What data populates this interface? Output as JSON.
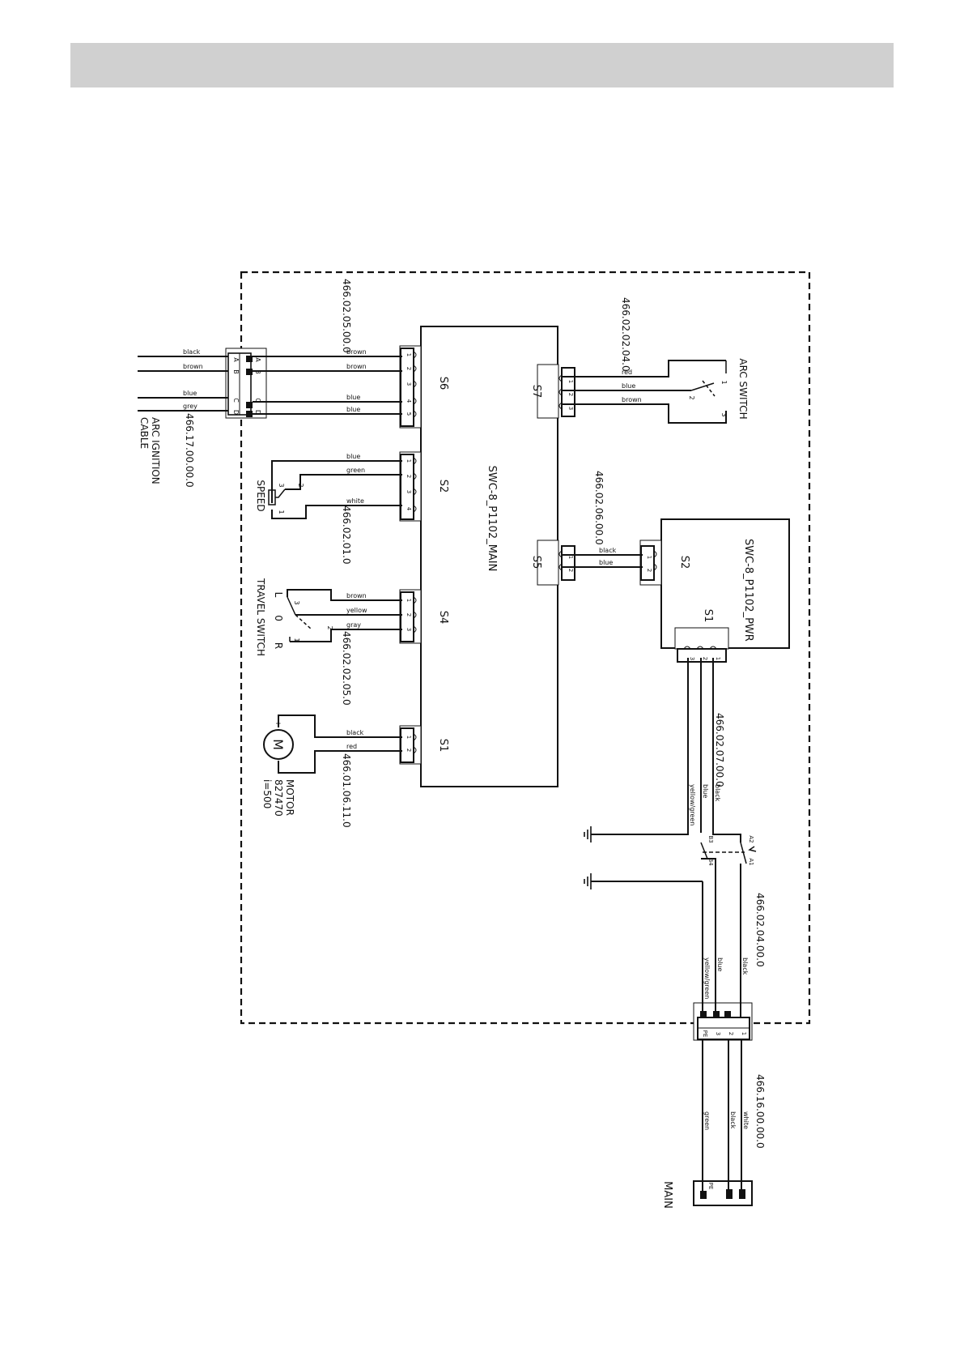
{
  "page": {
    "header_color": "#d0d0d0",
    "line_color": "#111111"
  },
  "main_board": {
    "name": "SWC-8_P1102_MAIN"
  },
  "pwr_board": {
    "name": "SWC-8_P1102_PWR"
  },
  "connectors": {
    "s6": {
      "label": "S6",
      "pins": [
        "1",
        "2",
        "3",
        "4",
        "5"
      ]
    },
    "s2": {
      "label": "S2",
      "pins": [
        "1",
        "2",
        "3",
        "4"
      ]
    },
    "s4": {
      "label": "S4",
      "pins": [
        "1",
        "2",
        "3"
      ]
    },
    "s1": {
      "label": "S1",
      "pins": [
        "1",
        "2"
      ]
    },
    "s7": {
      "label": "S7",
      "pins": [
        "1",
        "2",
        "3"
      ]
    },
    "s5": {
      "label": "S5",
      "pins": [
        "1",
        "2"
      ]
    },
    "pwr_s2": {
      "label": "S2",
      "pins": [
        "1",
        "2"
      ]
    },
    "pwr_s1": {
      "label": "S1",
      "pins": [
        "3",
        "2",
        "1"
      ]
    },
    "arc_plug": {
      "pins": [
        "A",
        "B",
        "C",
        "D"
      ],
      "side_pins": [
        "A",
        "B",
        "C",
        "D"
      ]
    },
    "entry": {
      "pins": [
        "1",
        "2",
        "3",
        "PE"
      ]
    },
    "main": {
      "label": "MAIN",
      "pins": [
        "PE"
      ]
    }
  },
  "cables": {
    "c_466_02_05": "466.02.05.00.0",
    "c_466_17": "466.17.00.00.0",
    "c_466_02_01": "466.02.01.0",
    "c_466_02_02_05": "466.02.02.05.0",
    "c_466_01_06": "466.01.06.11.0",
    "c_466_02_02_04": "466.02.02.04.0",
    "c_466_02_06": "466.02.06.00.0",
    "c_466_02_07": "466.02.07.00.0",
    "c_466_02_04": "466.02.04.00.0",
    "c_466_16": "466.16.00.00.0"
  },
  "wires": {
    "arc_black": "black",
    "arc_brown": "brown",
    "arc_blue": "blue",
    "arc_grey": "grey",
    "s6_1": "brown",
    "s6_2": "brown",
    "s6_4": "blue",
    "s6_5": "blue",
    "s2_1": "blue",
    "s2_2": "green",
    "s2_4": "white",
    "s4_1": "brown",
    "s4_2": "yellow",
    "s4_3": "gray",
    "s1_1": "black",
    "s1_2": "red",
    "s7_1": "red",
    "s7_2": "blue",
    "s7_3": "brown",
    "s5_1": "black",
    "s5_2": "blue",
    "pwr_black": "black",
    "pwr_blue": "blue",
    "pwr_yg": "yellow/green",
    "in_black": "black",
    "in_blue": "blue",
    "in_yg": "yellow/green",
    "main_white": "white",
    "main_black": "black",
    "main_green": "green"
  },
  "components": {
    "arc_cable_line1": "ARC IGNITION",
    "arc_cable_line2": "CABLE",
    "speed": "SPEED",
    "speed_pins": [
      "1",
      "2",
      "3"
    ],
    "travel_switch": "TRAVEL SWITCH",
    "travel_positions": [
      "L",
      "0",
      "R"
    ],
    "travel_pins": [
      "1",
      "2",
      "3"
    ],
    "motor_lines": [
      "MOTOR",
      "827470",
      "i=500"
    ],
    "motor_symbol": "M",
    "motor_terminals": [
      "+",
      "-"
    ],
    "arc_switch": "ARC SWITCH",
    "arc_switch_pins": [
      "1",
      "2",
      "3"
    ],
    "main_switch_contacts": [
      "A2",
      "A1",
      "B3",
      "B4"
    ]
  }
}
